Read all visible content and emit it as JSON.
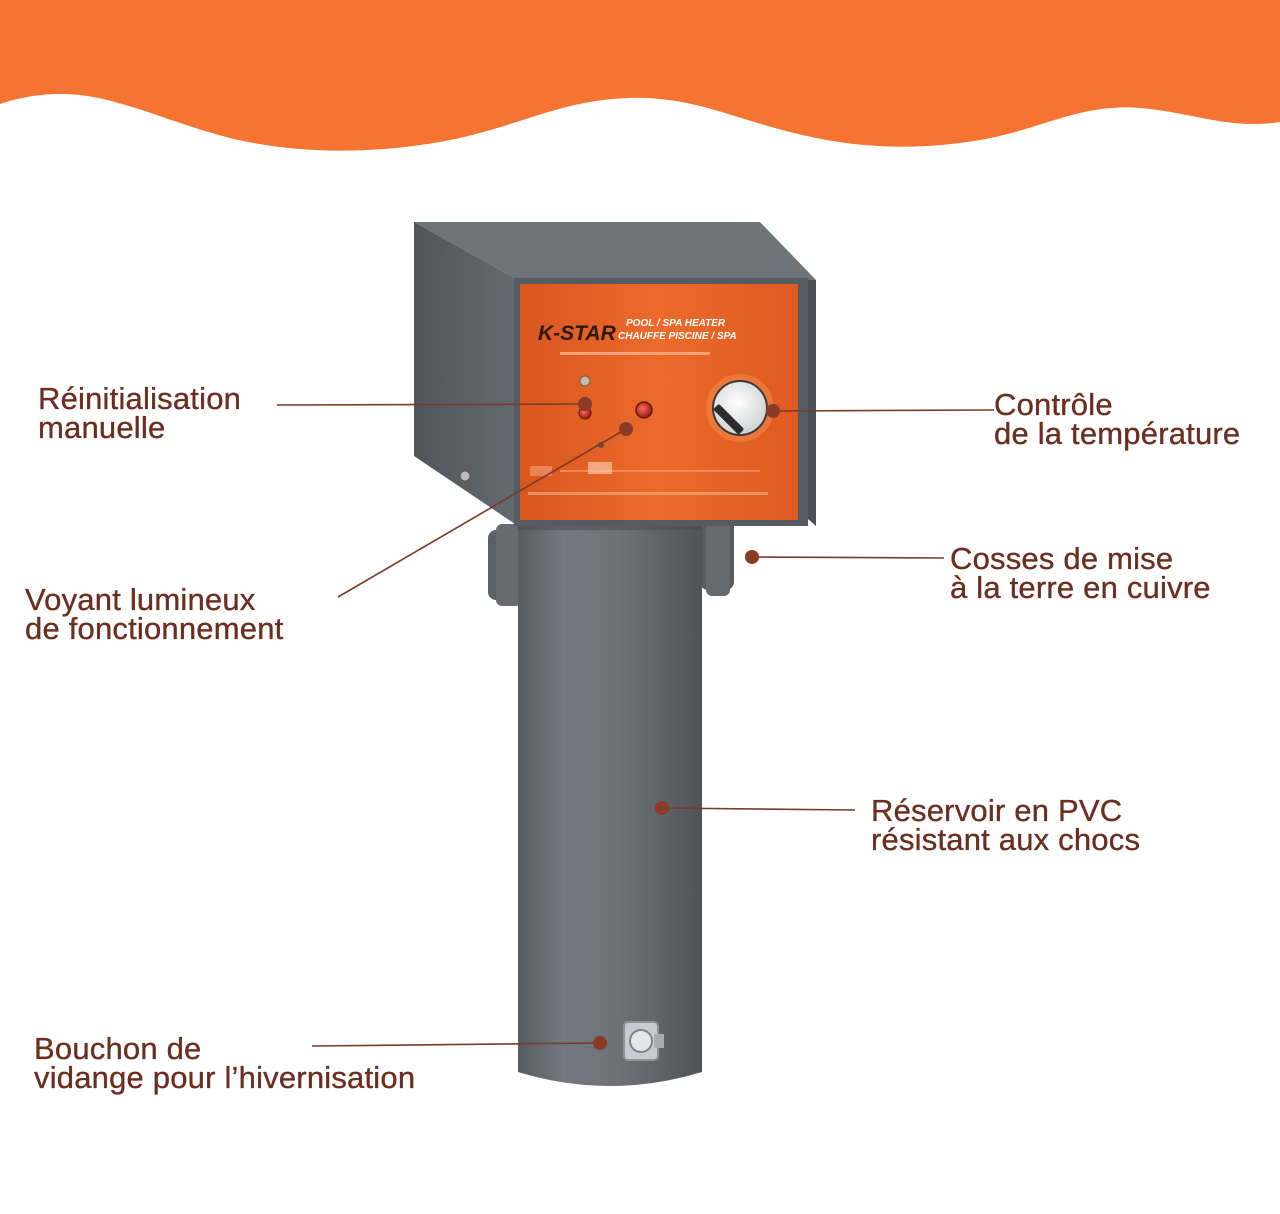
{
  "theme": {
    "wave_color": "#f57432",
    "label_color": "#6b2e1f",
    "tank_color": "#6b7075",
    "box_color": "#5e656b",
    "panel_color": "#e8652a"
  },
  "product": {
    "brand": "K-STAR",
    "product_line_1": "POOL / SPA HEATER",
    "product_line_2": "CHAUFFE PISCINE / SPA"
  },
  "callouts": {
    "manual_reset": {
      "line1": "Réinitialisation",
      "line2": "manuelle"
    },
    "temperature_control": {
      "line1": "Contrôle",
      "line2": "de la température"
    },
    "grounding_lugs": {
      "line1": "Cosses de mise",
      "line2": "à la terre en cuivre"
    },
    "indicator_light": {
      "line1": "Voyant lumineux",
      "line2": "de fonctionnement"
    },
    "pvc_tank": {
      "line1": "Réservoir en PVC",
      "line2": "résistant aux chocs"
    },
    "drain_plug": {
      "line1": "Bouchon de",
      "line2": "vidange pour l’hivernisation"
    }
  }
}
